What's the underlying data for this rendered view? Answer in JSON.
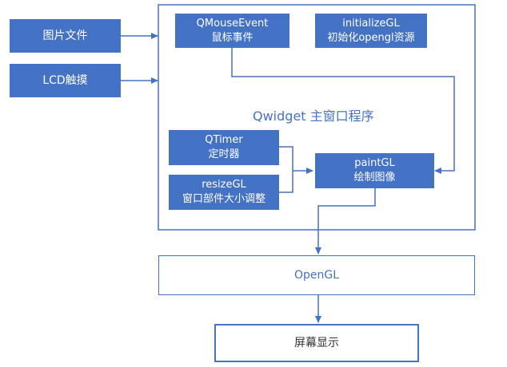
{
  "inputs": {
    "image_file": "图片文件",
    "lcd_touch": "LCD触摸"
  },
  "main_window": {
    "title": "Qwidget 主窗口程序"
  },
  "nodes": {
    "mouse_event": {
      "line1": "QMouseEvent",
      "line2": "鼠标事件"
    },
    "initialize_gl": {
      "line1": "initializeGL",
      "line2": "初始化opengl资源"
    },
    "qtimer": {
      "line1": "QTimer",
      "line2": "定时器"
    },
    "resize_gl": {
      "line1": "resizeGL",
      "line2": "窗口部件大小调整"
    },
    "paint_gl": {
      "line1": "paintGL",
      "line2": "绘制图像"
    }
  },
  "opengl": "OpenGL",
  "screen_display": "屏幕显示",
  "colors": {
    "accent": "#4472C4",
    "box_text": "#FFFFFF"
  }
}
